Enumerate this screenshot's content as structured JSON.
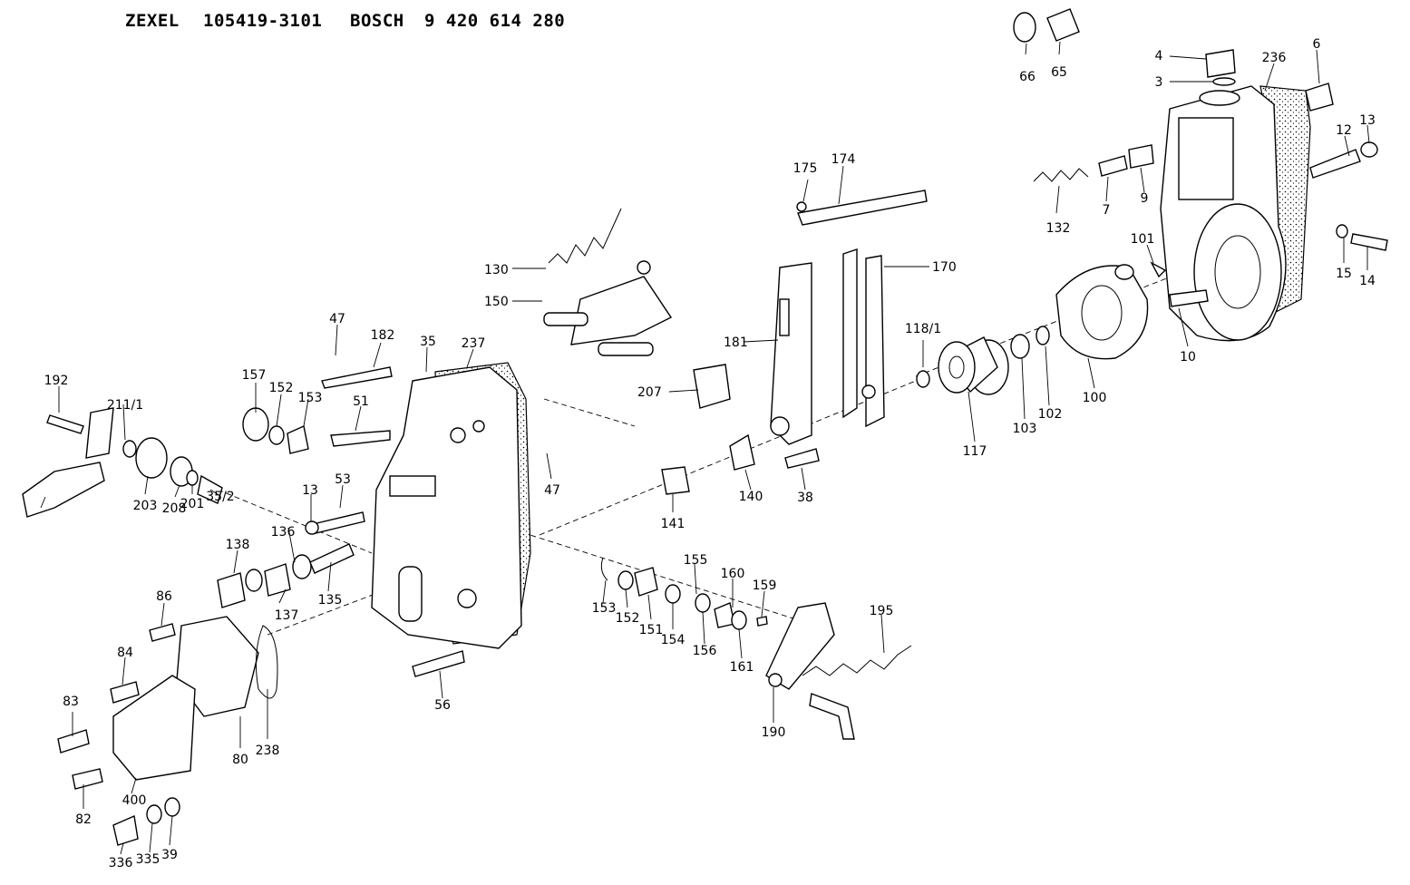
{
  "header": {
    "maker_1": "ZEXEL",
    "number_1": "105419-3101",
    "maker_2": "BOSCH",
    "number_2": "9 420 614 280"
  },
  "callouts": [
    "66",
    "65",
    "4",
    "3",
    "236",
    "6",
    "12",
    "13",
    "132",
    "7",
    "9",
    "101",
    "15",
    "14",
    "10",
    "175",
    "174",
    "170",
    "130",
    "150",
    "181",
    "118/1",
    "207",
    "117",
    "103",
    "102",
    "100",
    "47",
    "182",
    "35",
    "237",
    "192",
    "211/1",
    "157",
    "152",
    "153",
    "51",
    "47",
    "203",
    "208",
    "201",
    "35/2",
    "53",
    "13",
    "141",
    "140",
    "38",
    "136",
    "138",
    "137",
    "135",
    "153",
    "152",
    "151",
    "154",
    "155",
    "156",
    "160",
    "161",
    "159",
    "195",
    "190",
    "86",
    "84",
    "83",
    "82",
    "238",
    "80",
    "56",
    "400",
    "336",
    "335",
    "39"
  ]
}
